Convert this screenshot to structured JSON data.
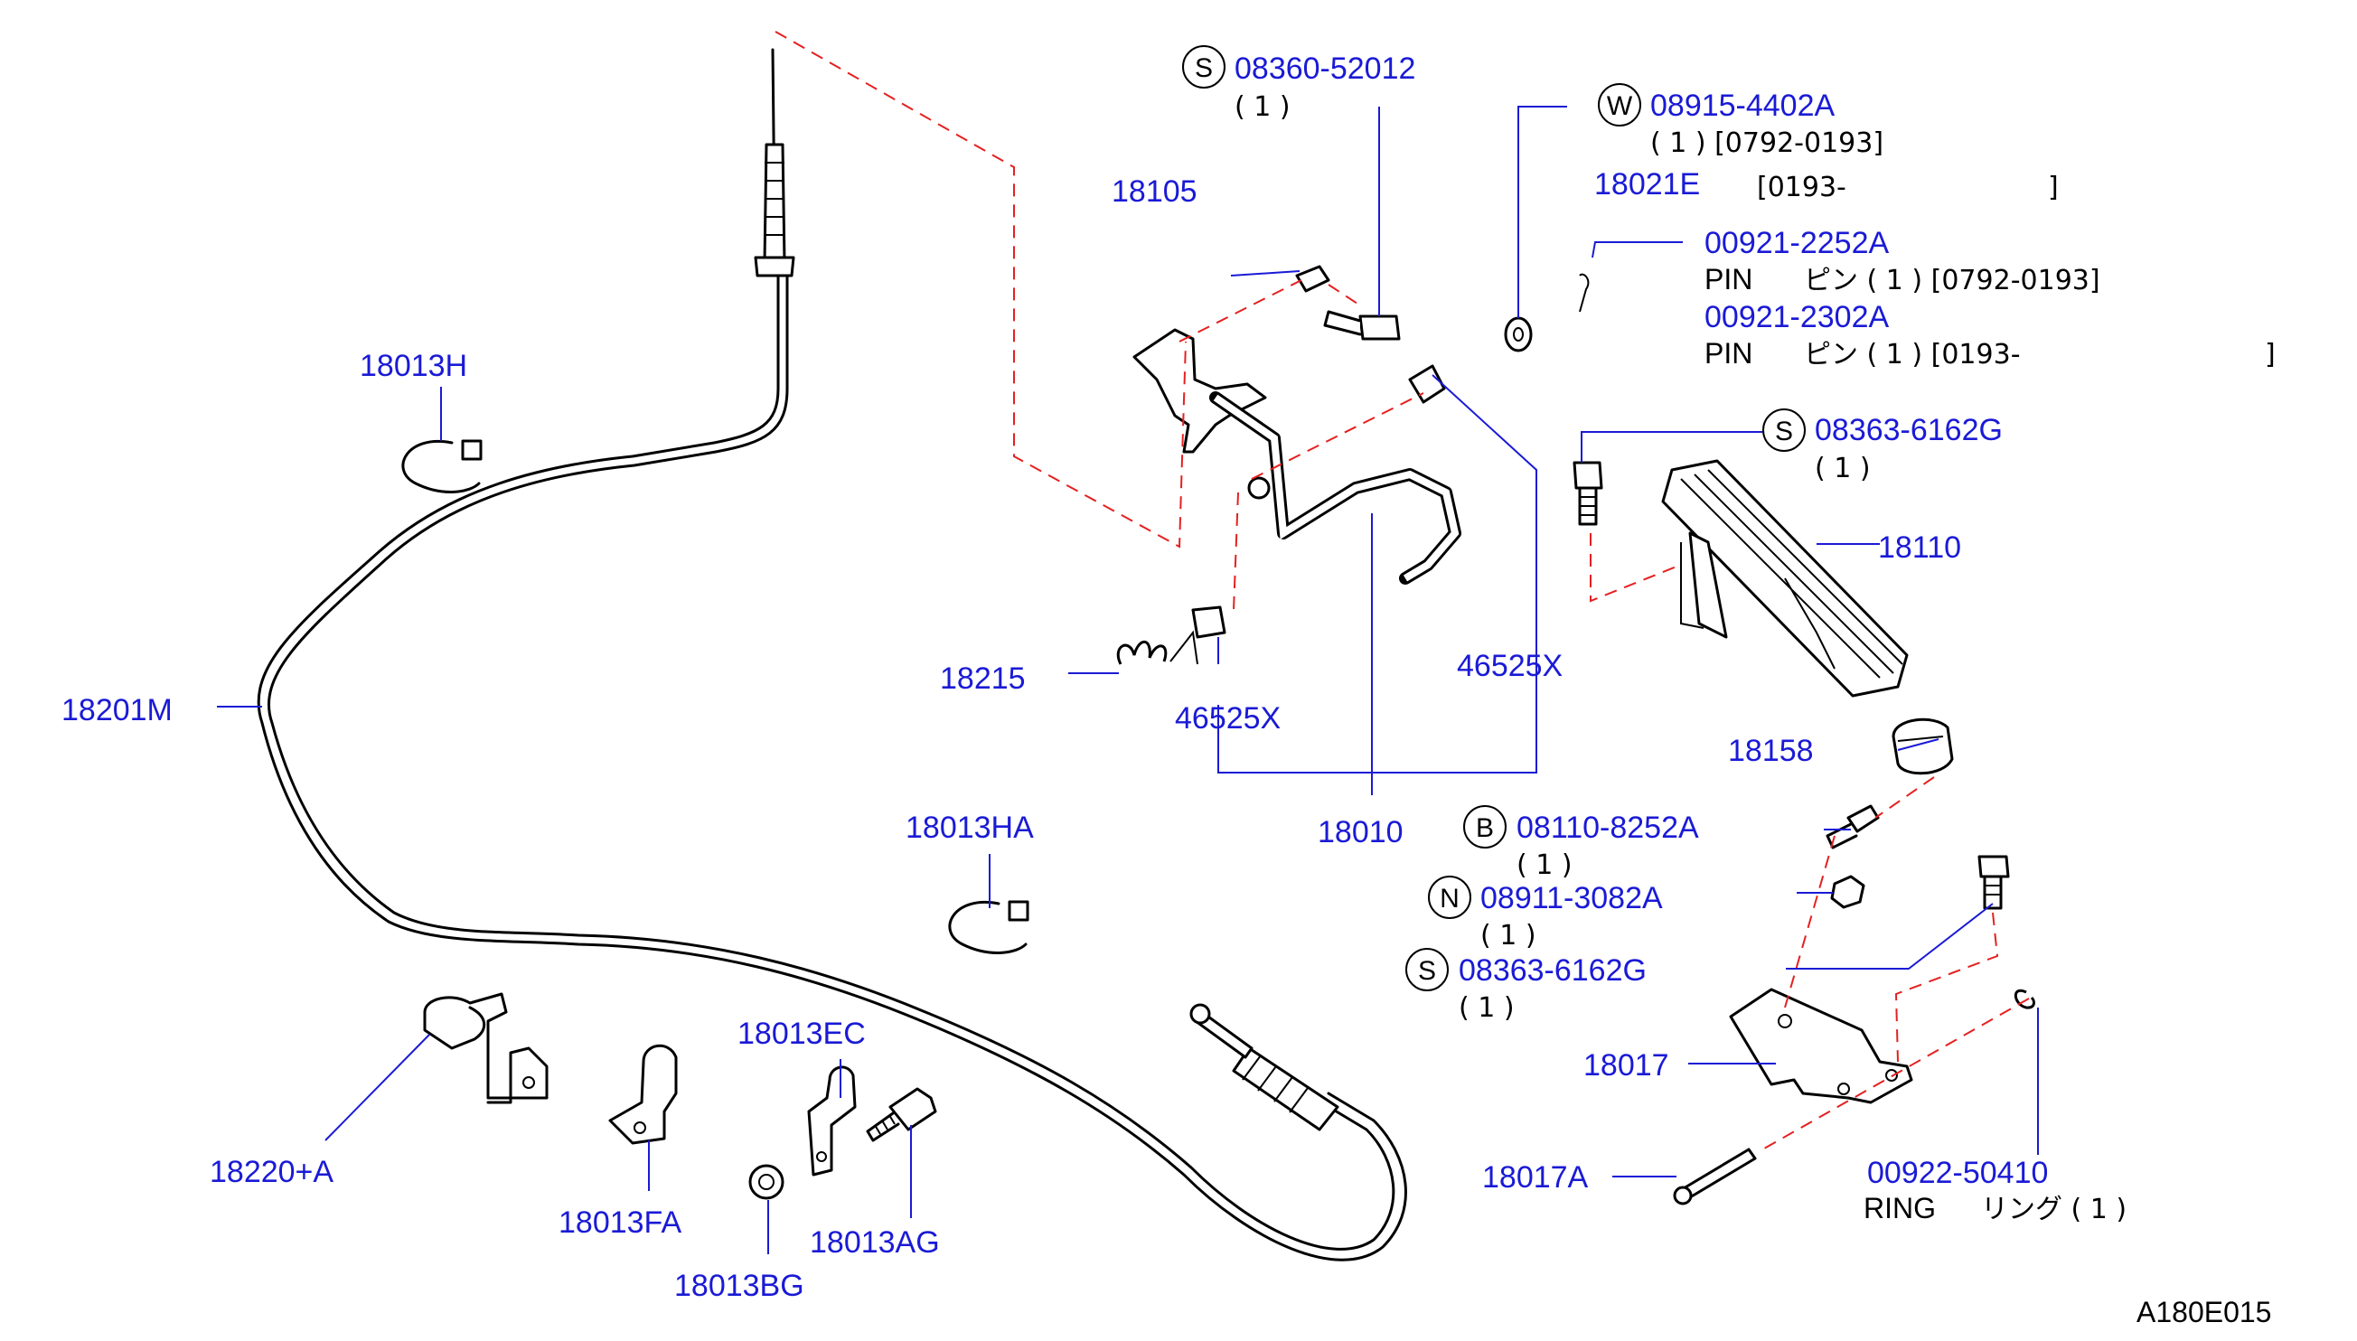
{
  "diagram_code": "A180E015",
  "labels": {
    "p18013H": "18013H",
    "p18201M": "18201M",
    "p18105": "18105",
    "p18215": "18215",
    "p46525X_a": "46525X",
    "p46525X_b": "46525X",
    "p18010": "18010",
    "p18013HA": "18013HA",
    "p18220A": "18220+A",
    "p18013FA": "18013FA",
    "p18013EC": "18013EC",
    "p18013AG": "18013AG",
    "p18013BG": "18013BG",
    "p18110": "18110",
    "p18158": "18158",
    "p18017": "18017",
    "p18017A": "18017A",
    "p18021E": "18021E"
  },
  "callouts": {
    "s1": {
      "symbol": "S",
      "part": "08360-52012",
      "qty": "( 1 )"
    },
    "w1": {
      "symbol": "W",
      "part": "08915-4402A",
      "qty": "( 1 ) [0792-0193]"
    },
    "s2": {
      "symbol": "S",
      "part": "08363-6162G",
      "qty": "( 1 )"
    },
    "b1": {
      "symbol": "B",
      "part": "08110-8252A",
      "qty": "( 1 )"
    },
    "n1": {
      "symbol": "N",
      "part": "08911-3082A",
      "qty": "( 1 )"
    },
    "s3": {
      "symbol": "S",
      "part": "08363-6162G",
      "qty": "( 1 )"
    }
  },
  "notes": {
    "r18021E_range_open": "[0193-",
    "r18021E_range_close": "]",
    "pin1_part": "00921-2252A",
    "pin1_name": "PIN",
    "pin1_desc": "ピン ( 1 ) [0792-0193]",
    "pin2_part": "00921-2302A",
    "pin2_name": "PIN",
    "pin2_desc": "ピン ( 1 ) [0193-",
    "pin2_close": "]",
    "ring_part": "00922-50410",
    "ring_name": "RING",
    "ring_desc": "リング ( 1 )"
  }
}
